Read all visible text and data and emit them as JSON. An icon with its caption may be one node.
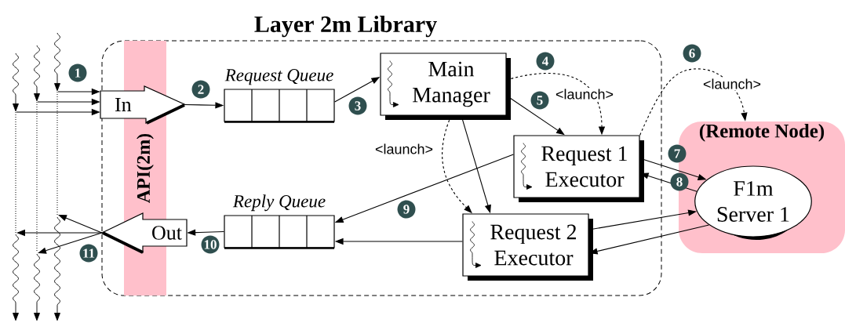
{
  "diagram": {
    "nodes": [
      {
        "text": [
          "Layer 2m Library"
        ]
      },
      {
        "text": [
          "API(2m)"
        ],
        "in": 0
      },
      {
        "text": [
          "In"
        ],
        "in": 0
      },
      {
        "text": [
          "Request Queue"
        ],
        "in": 0
      },
      {
        "text": [
          "Main Manager"
        ],
        "in": 0
      },
      {
        "text": [
          "Request 1 Executor"
        ],
        "in": 0
      },
      {
        "text": [
          "Request 2 Executor"
        ],
        "in": 0
      },
      {
        "text": [
          "Reply Queue"
        ],
        "in": 0
      },
      {
        "text": [
          "Out"
        ],
        "in": 0
      },
      {
        "text": [
          "(Remote Node)"
        ]
      },
      {
        "text": [
          "F1m Server 1"
        ],
        "in": 9
      },
      {
        "text": [],
        "shape": "line"
      },
      {
        "text": [],
        "shape": "line"
      },
      {
        "text": [],
        "shape": "line"
      }
    ],
    "edges": [
      {
        "from": 13,
        "to": 2,
        "arrow": "to"
      },
      {
        "from": 12,
        "to": 2,
        "arrow": "to"
      },
      {
        "from": 11,
        "to": 2,
        "arrow": "to"
      },
      {
        "from": 2,
        "to": 3,
        "arrow": "to"
      },
      {
        "from": 3,
        "to": 4,
        "arrow": "to"
      },
      {
        "from": 4,
        "to": 5,
        "arrow": "to",
        "style": "dashed",
        "label": "<launch>"
      },
      {
        "from": 4,
        "to": 5,
        "arrow": "to"
      },
      {
        "from": 4,
        "to": 6,
        "arrow": "to",
        "style": "dashed",
        "label": "<launch>"
      },
      {
        "from": 4,
        "to": 6,
        "arrow": "to"
      },
      {
        "from": 5,
        "to": 9,
        "arrow": "to",
        "style": "dashed",
        "label": "<launch>"
      },
      {
        "from": 5,
        "to": 10,
        "arrow": "to"
      },
      {
        "from": 10,
        "to": 5,
        "arrow": "to"
      },
      {
        "from": 6,
        "to": 10,
        "arrow": "to"
      },
      {
        "from": 10,
        "to": 6,
        "arrow": "to"
      },
      {
        "from": 5,
        "to": 7,
        "arrow": "to"
      },
      {
        "from": 6,
        "to": 7,
        "arrow": "to"
      },
      {
        "from": 7,
        "to": 8,
        "arrow": "to"
      },
      {
        "from": 8,
        "to": 13,
        "arrow": "to"
      },
      {
        "from": 8,
        "to": 11,
        "arrow": "to"
      },
      {
        "from": 8,
        "to": 12,
        "arrow": "to"
      }
    ],
    "labels": [
      "1",
      "2",
      "3",
      "4",
      "5",
      "6",
      "7",
      "8",
      "9",
      "10",
      "11"
    ]
  }
}
